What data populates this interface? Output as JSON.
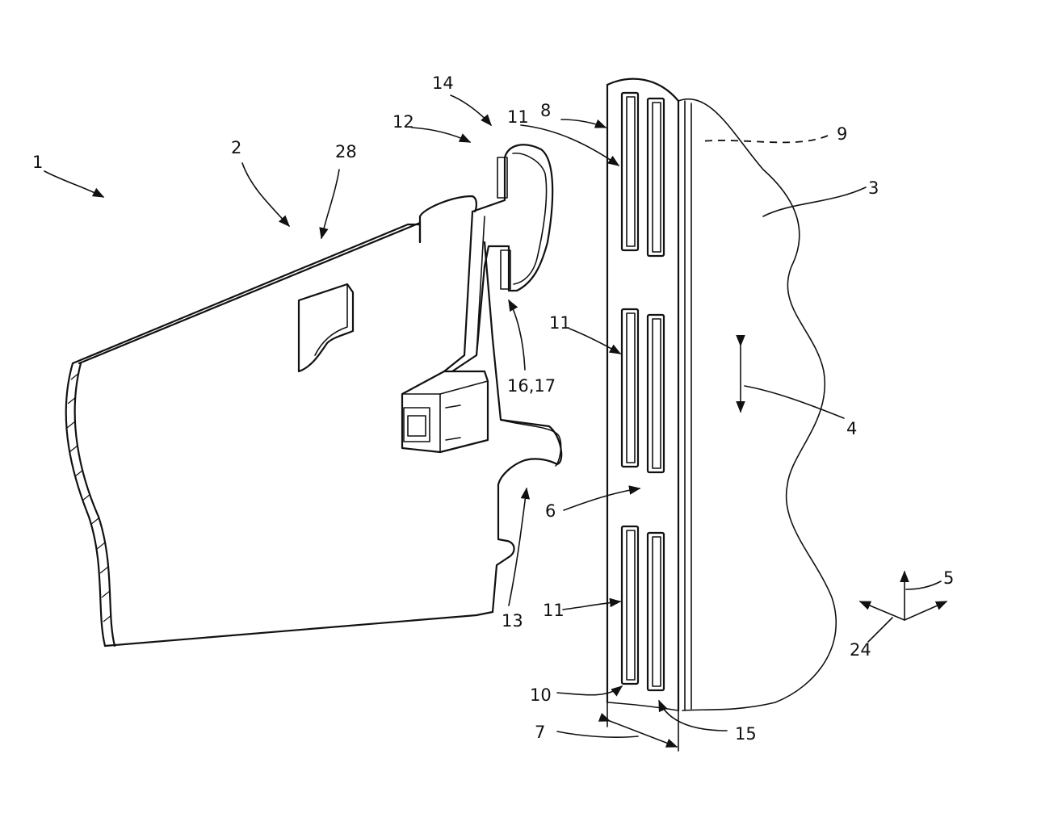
{
  "figure": {
    "labels": {
      "l1": "1",
      "l2": "2",
      "l28": "28",
      "l12": "12",
      "l14": "14",
      "l11a": "11",
      "l8": "8",
      "l9": "9",
      "l3": "3",
      "l11b": "11",
      "l1617": "16,17",
      "l4": "4",
      "l6": "6",
      "l13": "13",
      "l11c": "11",
      "l5": "5",
      "l24": "24",
      "l10": "10",
      "l7": "7",
      "l15": "15"
    }
  }
}
